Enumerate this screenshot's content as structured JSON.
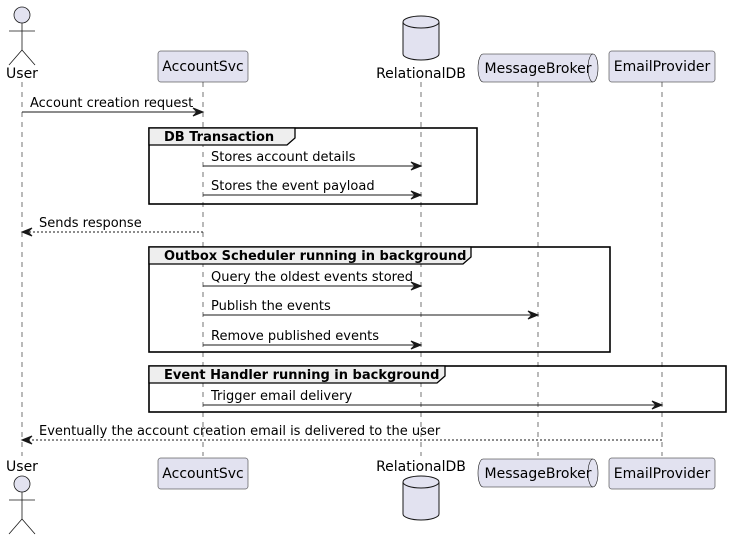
{
  "participants": [
    {
      "id": "user",
      "label": "User",
      "kind": "actor"
    },
    {
      "id": "account",
      "label": "AccountSvc",
      "kind": "participant"
    },
    {
      "id": "db",
      "label": "RelationalDB",
      "kind": "database"
    },
    {
      "id": "broker",
      "label": "MessageBroker",
      "kind": "queue"
    },
    {
      "id": "email",
      "label": "EmailProvider",
      "kind": "participant"
    }
  ],
  "messages": [
    {
      "label": "Account creation request",
      "from": "user",
      "to": "account",
      "style": "solid"
    },
    {
      "label": "Stores account details",
      "from": "account",
      "to": "db",
      "style": "solid"
    },
    {
      "label": "Stores the event payload",
      "from": "account",
      "to": "db",
      "style": "solid"
    },
    {
      "label": "Sends response",
      "from": "account",
      "to": "user",
      "style": "dashed"
    },
    {
      "label": "Query the oldest events stored",
      "from": "account",
      "to": "db",
      "style": "solid"
    },
    {
      "label": "Publish the events",
      "from": "account",
      "to": "broker",
      "style": "solid"
    },
    {
      "label": "Remove published events",
      "from": "account",
      "to": "db",
      "style": "solid"
    },
    {
      "label": "Trigger email delivery",
      "from": "account",
      "to": "email",
      "style": "solid"
    },
    {
      "label": "Eventually the account creation email is delivered to the user",
      "from": "email",
      "to": "user",
      "style": "dashed"
    }
  ],
  "frames": [
    {
      "title": "DB Transaction"
    },
    {
      "title": "Outbox Scheduler running in background"
    },
    {
      "title": "Event Handler running in background"
    }
  ],
  "colors": {
    "participant_fill": "#e2e2f0",
    "participant_stroke": "#181818",
    "lifeline": "#181818",
    "frame_tab": "#eeeeee"
  }
}
